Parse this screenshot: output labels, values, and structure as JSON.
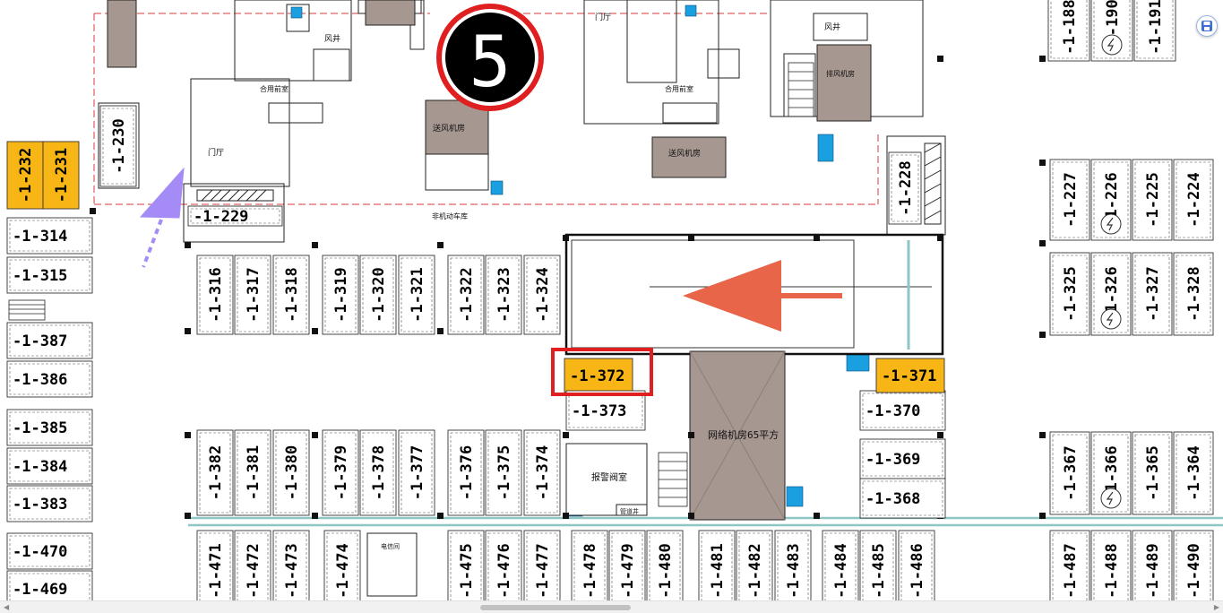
{
  "map": {
    "badge_number": "5",
    "highlight_spot": "-1-372",
    "colors": {
      "owned": "#f8b616",
      "room": "#a69790",
      "arrow": "#e8654a",
      "entry_arrow": "#a58bf5",
      "badge_ring": "#e02020",
      "highlight_box": "#e02020",
      "accent": "#1a9fe0"
    },
    "spots": {
      "top": [
        "-1-188",
        "-1-190",
        "-1-191"
      ],
      "r316": [
        "-1-316",
        "-1-317",
        "-1-318",
        "-1-319",
        "-1-320",
        "-1-321",
        "-1-322",
        "-1-323",
        "-1-324"
      ],
      "r382": [
        "-1-382",
        "-1-381",
        "-1-380",
        "-1-379",
        "-1-378",
        "-1-377",
        "-1-376",
        "-1-375",
        "-1-374"
      ],
      "r471": [
        "-1-471",
        "-1-472",
        "-1-473",
        "-1-474",
        "-1-475",
        "-1-476",
        "-1-477",
        "-1-478",
        "-1-479",
        "-1-480",
        "-1-481",
        "-1-482",
        "-1-483",
        "-1-484",
        "-1-485",
        "-1-486"
      ],
      "r487": [
        "-1-487",
        "-1-488",
        "-1-489",
        "-1-490"
      ],
      "r227": [
        "-1-227",
        "-1-226",
        "-1-225",
        "-1-224"
      ],
      "r325": [
        "-1-325",
        "-1-326",
        "-1-327",
        "-1-328"
      ],
      "r367": [
        "-1-367",
        "-1-366",
        "-1-365",
        "-1-364"
      ],
      "left": [
        "-1-314",
        "-1-315",
        "-1-387",
        "-1-386",
        "-1-385",
        "-1-384",
        "-1-383",
        "-1-470",
        "-1-469"
      ],
      "mid_right": [
        "-1-370",
        "-1-369",
        "-1-368"
      ],
      "owned": [
        "-1-232",
        "-1-231",
        "-1-371"
      ],
      "others": [
        "-1-230",
        "-1-229",
        "-1-228",
        "-1-373"
      ]
    },
    "rooms": {
      "network_room": "网络机房65平方",
      "alarm_valve": "报警阀室",
      "lobby_1": "门厅",
      "lobby_2": "门厅",
      "non_motor_lane": "非机动车库",
      "hall_1": "合用前室",
      "hall_2": "合用前室",
      "fresh_air_1": "送风机房",
      "fresh_air_2": "送风机房",
      "shaft_1": "风井",
      "shaft_2": "风井",
      "pump_room": "排风机房",
      "electric": "电信间",
      "pipe_shaft": "管道井"
    }
  }
}
